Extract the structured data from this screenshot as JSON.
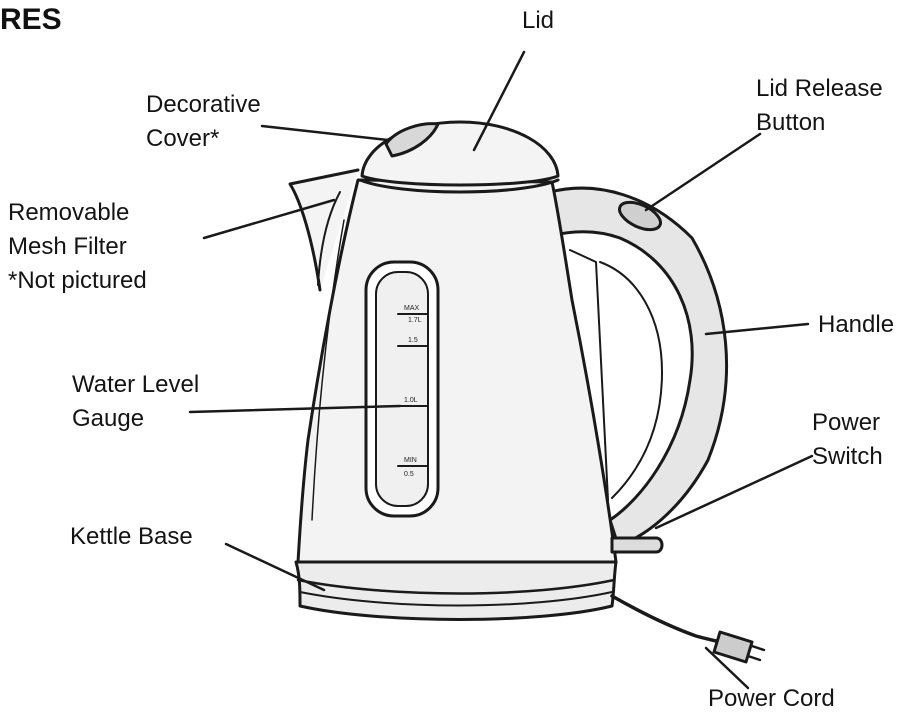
{
  "header": {
    "title": "RES"
  },
  "labels": {
    "lid": "Lid",
    "decorative_cover": [
      "Decorative",
      "Cover*"
    ],
    "lid_release_button": [
      "Lid Release",
      "Button"
    ],
    "mesh_filter": [
      "Removable",
      "Mesh Filter",
      "*Not pictured"
    ],
    "handle": "Handle",
    "water_gauge": [
      "Water Level",
      "Gauge"
    ],
    "power_switch": [
      "Power",
      "Switch"
    ],
    "kettle_base": "Kettle Base",
    "power_cord": "Power Cord"
  },
  "gauge_marks": [
    "MAX",
    "1.7L",
    "1.5",
    "1.0L",
    "MIN",
    "0.5"
  ]
}
